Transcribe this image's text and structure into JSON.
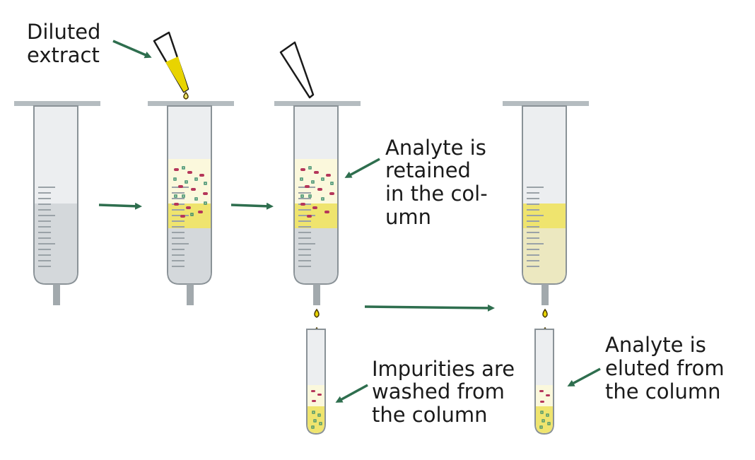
{
  "labels": {
    "diluted_extract_line1": "Diluted",
    "diluted_extract_line2": "extract",
    "retained_line1": "Analyte is",
    "retained_line2": "retained",
    "retained_line3": "in the col-",
    "retained_line4": "umn",
    "washed_line1": "Impurities are",
    "washed_line2": "washed from",
    "washed_line3": "the column",
    "eluted_line1": "Analyte is",
    "eluted_line2": "eluted from",
    "eluted_line3": "the column"
  },
  "colors": {
    "arrow": "#2e6e4e",
    "column_outline": "#8a9297",
    "column_fill": "#e6e8ea",
    "packing": "#cfd3d6",
    "sample_yellow": "#f1e66a",
    "tip_yellow": "#e8d400",
    "drop_outline": "#4a3a00",
    "analyte_red": "#b5365a",
    "impurity_green": "#3f8f6f"
  },
  "icons": [
    "pipette-tip-icon",
    "drop-icon",
    "arrow-icon"
  ]
}
